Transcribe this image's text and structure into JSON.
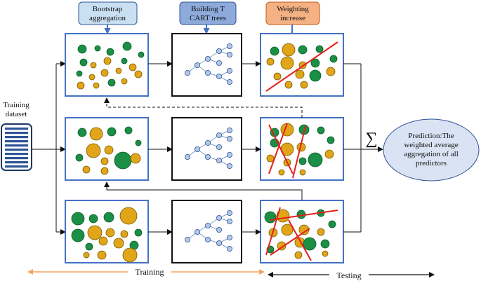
{
  "header_boxes": [
    {
      "lines": [
        "Bootstrap",
        "aggregation"
      ],
      "fill": "#c9dff2",
      "stroke": "#2f5597"
    },
    {
      "lines": [
        "Building T",
        "CART trees"
      ],
      "fill": "#8eaadb",
      "stroke": "#2f5597"
    },
    {
      "lines": [
        "Weighting",
        "increase"
      ],
      "fill": "#f4b183",
      "stroke": "#c55a11"
    }
  ],
  "input_label": [
    "Training",
    "dataset"
  ],
  "output_symbol": "∑",
  "prediction_lines": [
    "Prediction:The",
    "weighted average",
    "aggregation of all",
    "predictors"
  ],
  "bottom_labels": {
    "training": "Training",
    "testing": "Testing"
  },
  "colors": {
    "box_border": "#4472c4",
    "green_point": "#1a8f45",
    "gold_point": "#e0a518",
    "split_line": "#e5201b",
    "tree_node": "#b4c7e7",
    "training_arrow": "#f4a460",
    "prediction_fill": "#dae3f3"
  }
}
